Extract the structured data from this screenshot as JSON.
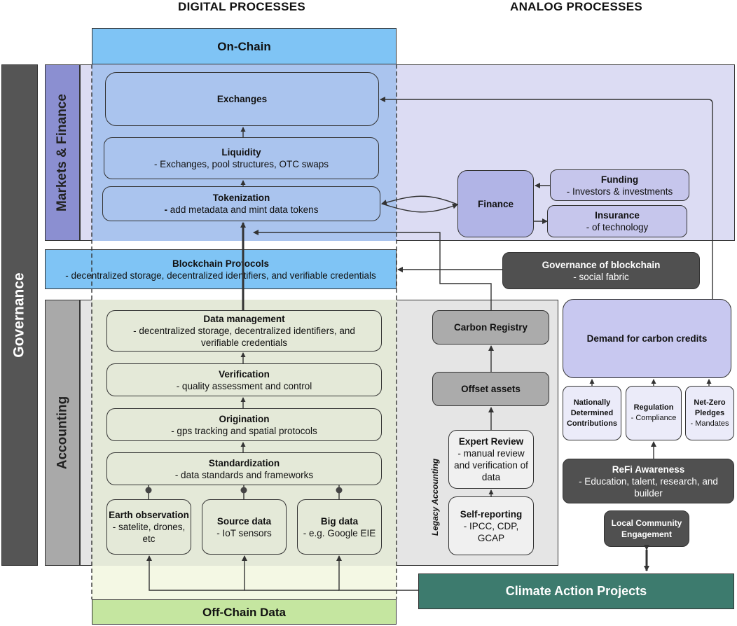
{
  "headers": {
    "digital": "DIGITAL PROCESSES",
    "analog": "ANALOG PROCESSES"
  },
  "sidebar": {
    "governance": "Governance",
    "markets": "Markets & Finance",
    "accounting": "Accounting",
    "legacy": "Legacy Accounting"
  },
  "on_chain": "On-Chain",
  "off_chain": "Off-Chain Data",
  "exchanges": {
    "title": "Exchanges"
  },
  "liquidity": {
    "title": "Liquidity",
    "desc": "- Exchanges, pool structures, OTC swaps"
  },
  "tokenization": {
    "title": "Tokenization",
    "desc_bold": "-",
    "desc": " add metadata and mint data tokens"
  },
  "finance": {
    "title": "Finance"
  },
  "funding": {
    "title": "Funding",
    "desc": "- Investors & investments"
  },
  "insurance": {
    "title": "Insurance",
    "desc": "- of technology"
  },
  "blockchain_protocols": {
    "title": "Blockchain Protocols",
    "desc": "- decentralized storage, decentralized identifiers, and verifiable credentials"
  },
  "governance_blockchain": {
    "title": "Governance of blockchain",
    "desc": "- social fabric"
  },
  "data_management": {
    "title": "Data management",
    "desc": "- decentralized storage, decentralized identifiers, and verifiable credentials"
  },
  "verification": {
    "title": "Verification",
    "desc": "- quality assessment and control"
  },
  "origination": {
    "title": "Origination",
    "desc": "- gps tracking and spatial protocols"
  },
  "standardization": {
    "title": "Standardization",
    "desc": "- data standards and frameworks"
  },
  "earth_observation": {
    "title": "Earth observation",
    "desc": "- satelite, drones, etc"
  },
  "source_data": {
    "title": "Source data",
    "desc": "- IoT sensors"
  },
  "big_data": {
    "title": "Big data",
    "desc": "- e.g. Google EIE"
  },
  "carbon_registry": {
    "title": "Carbon Registry"
  },
  "offset_assets": {
    "title": "Offset assets"
  },
  "expert_review": {
    "title": "Expert Review",
    "desc": "- manual review and verification of data"
  },
  "self_reporting": {
    "title": "Self-reporting",
    "desc": "- IPCC, CDP, GCAP"
  },
  "demand": {
    "title": "Demand for carbon credits"
  },
  "ndc": {
    "title": "Nationally Determined Contributions"
  },
  "regulation": {
    "title": "Regulation",
    "desc": "- Compliance"
  },
  "net_zero": {
    "title": "Net-Zero Pledges",
    "desc": "- Mandates"
  },
  "refi": {
    "title": "ReFi Awareness",
    "desc": "- Education, talent, research, and builder"
  },
  "local_community": {
    "title": "Local Community Engagement"
  },
  "climate_action": {
    "title": "Climate Action Projects"
  },
  "colors": {
    "governance_bar": "#555555",
    "markets_bar": "#8b8fd1",
    "accounting_bar": "#a9a9a9",
    "on_chain": "#7fc4f5",
    "off_chain": "#c5e6a0",
    "dark_box": "#505050",
    "climate": "#3d7b6e"
  }
}
